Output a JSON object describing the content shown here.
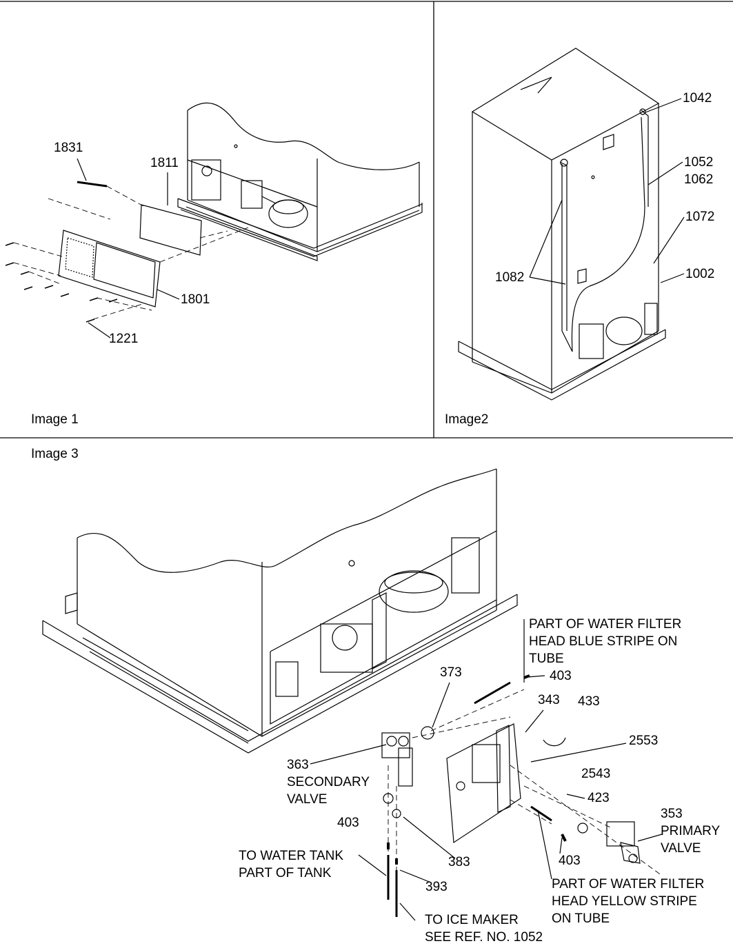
{
  "panels": {
    "image1_title": "Image 1",
    "image2_title": "Image2",
    "image3_title": "Image 3"
  },
  "image1": {
    "labels": [
      "1831",
      "1811",
      "1801",
      "1221"
    ]
  },
  "image2": {
    "labels": [
      "1042",
      "1052",
      "1062",
      "1072",
      "1082",
      "1002"
    ]
  },
  "image3": {
    "filter_blue": [
      "PART OF WATER FILTER",
      "HEAD BLUE STRIPE ON",
      "TUBE"
    ],
    "filter_yellow": [
      "PART OF WATER FILTER",
      "HEAD YELLOW STRIPE",
      "ON TUBE"
    ],
    "secondary_valve": [
      "363",
      "SECONDARY",
      "VALVE"
    ],
    "primary_valve": [
      "353",
      "PRIMARY",
      "VALVE"
    ],
    "water_tank": [
      "TO WATER TANK",
      "PART OF TANK"
    ],
    "ice_maker": [
      "TO ICE MAKER",
      "SEE REF. NO. 1052"
    ],
    "labels": [
      "403",
      "373",
      "343",
      "433",
      "2553",
      "2543",
      "423",
      "403",
      "403",
      "383",
      "393"
    ]
  }
}
